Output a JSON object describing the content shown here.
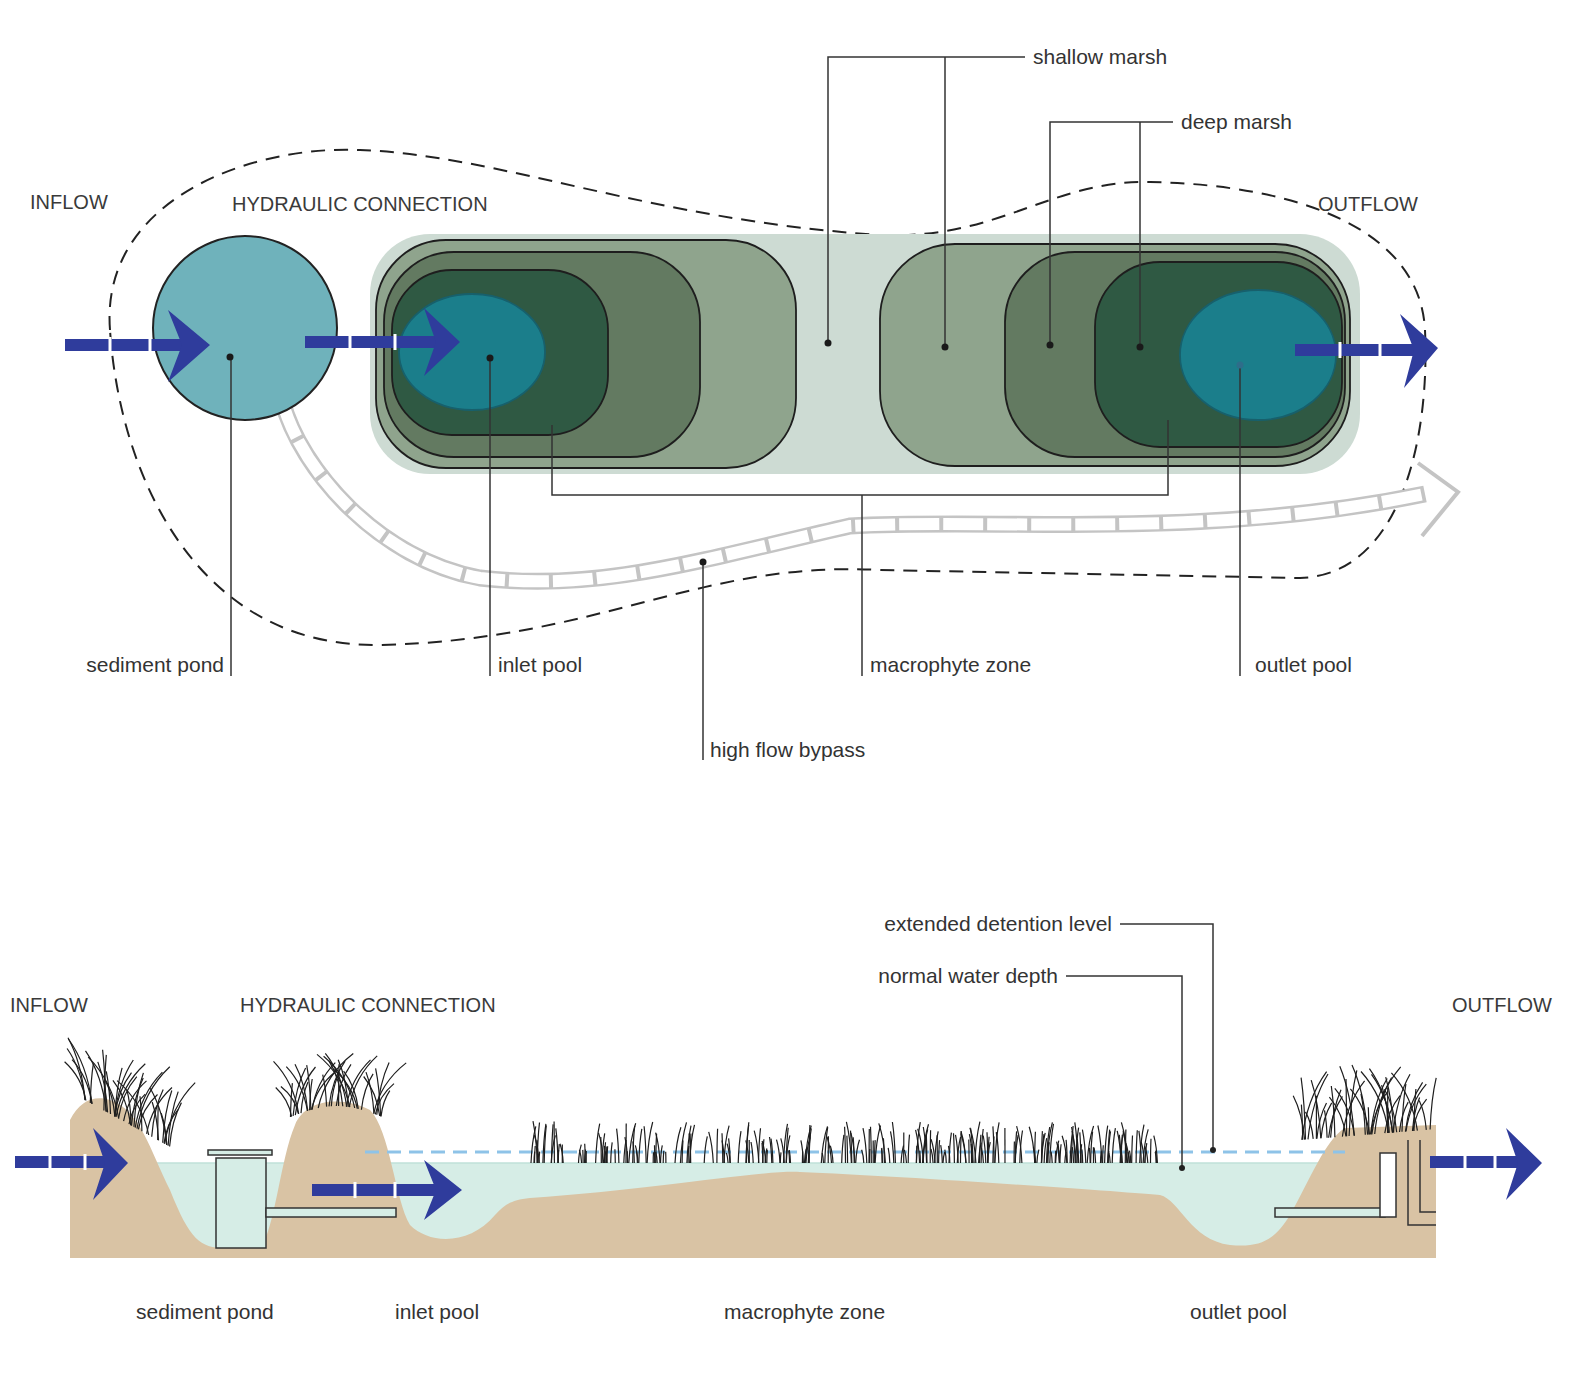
{
  "diagram": {
    "labels": [
      "shallow marsh",
      "deep marsh",
      "INFLOW",
      "HYDRAULIC CONNECTION",
      "OUTFLOW",
      "sediment pond",
      "inlet pool",
      "macrophyte zone",
      "outlet pool",
      "high flow bypass",
      "extended detention level",
      "normal water depth",
      "INFLOW",
      "HYDRAULIC CONNECTION",
      "OUTFLOW",
      "sediment pond",
      "inlet pool",
      "macrophyte zone",
      "outlet pool"
    ]
  }
}
